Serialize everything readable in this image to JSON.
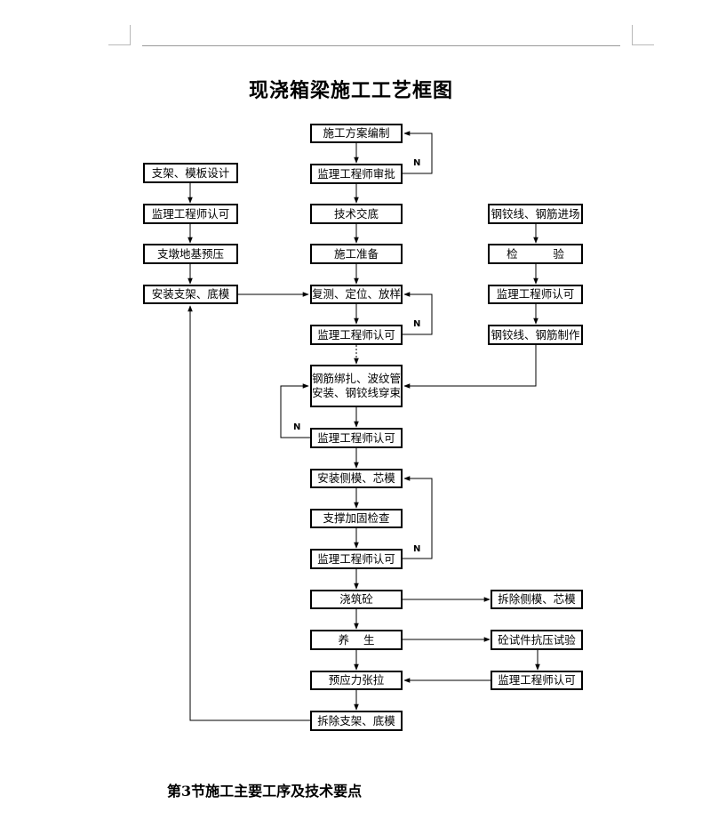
{
  "title": "现浇箱梁施工工艺框图",
  "section_heading": "第3节施工主要工序及技术要点",
  "no_label": "N",
  "nodes": {
    "plan": "施工方案编制",
    "approve1": "监理工程师审批",
    "tech_brief": "技术交底",
    "prep": "施工准备",
    "survey": "复测、定位、放样",
    "approve2": "监理工程师认可",
    "rebar_install": "钢筋绑扎、波纹管\n安装、钢铰线穿束",
    "approve3": "监理工程师认可",
    "formwork": "安装侧模、芯模",
    "brace": "支撑加固检查",
    "approve4": "监理工程师认可",
    "pour": "浇筑砼",
    "cure": "养    生",
    "prestress": "预应力张拉",
    "remove_support": "拆除支架、底模",
    "scaffold_design": "支架、模板设计",
    "approve_l": "监理工程师认可",
    "preload": "支墩地基预压",
    "install_support": "安装支架、底模",
    "strand_arrival": "钢铰线、钢筋进场",
    "inspect": "检          验",
    "approve_r": "监理工程师认可",
    "strand_fab": "钢铰线、钢筋制作",
    "remove_forms": "拆除侧模、芯模",
    "specimen_test": "砼试件抗压试验",
    "approve_r2": "监理工程师认可"
  }
}
